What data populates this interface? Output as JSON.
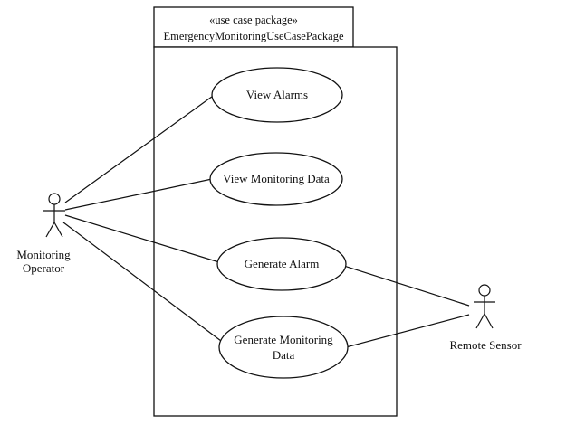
{
  "package": {
    "stereotype": "«use case package»",
    "name": "EmergencyMonitoringUseCasePackage"
  },
  "use_cases": [
    {
      "label": "View Alarms"
    },
    {
      "label": "View Monitoring Data"
    },
    {
      "label": "Generate Alarm"
    },
    {
      "label_line1": "Generate Monitoring",
      "label_line2": "Data"
    }
  ],
  "actors": {
    "operator": {
      "line1": "Monitoring",
      "line2": "Operator"
    },
    "sensor": {
      "label": "Remote Sensor"
    }
  }
}
